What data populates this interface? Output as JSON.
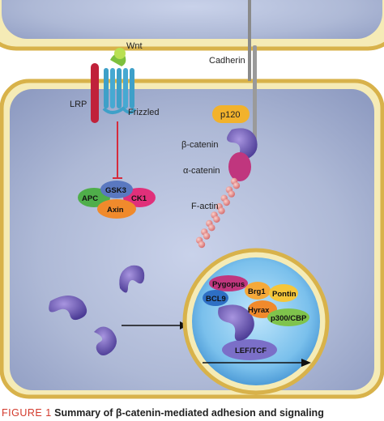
{
  "labels": {
    "wnt": "Wnt",
    "lrp": "LRP",
    "frizzled": "Frizzled",
    "cadherin": "Cadherin",
    "p120": "p120",
    "beta_catenin": "β-catenin",
    "alpha_catenin": "α-catenin",
    "f_actin": "F-actin",
    "gsk3": "GSK3",
    "apc": "APC",
    "ck1": "CK1",
    "axin": "Axin",
    "pygopus": "Pygopus",
    "bcl9": "BCL9",
    "brg1": "Brg1",
    "pontin": "Pontin",
    "hyrax": "Hyrax",
    "p300_cbp": "p300/CBP",
    "lef_tcf": "LEF/TCF"
  },
  "caption": {
    "figure": "FIGURE 1",
    "text": "Summary of β-catenin-mediated adhesion and signaling"
  },
  "colors": {
    "membrane": "#d8b24a",
    "cytoplasm": "#b9c4de",
    "beta_catenin": "#6d5cb0",
    "alpha_catenin": "#c0367e",
    "p120": "#f2b22c",
    "gsk3": "#5a78c0",
    "apc": "#4fae4a",
    "ck1": "#e0307a",
    "axin": "#f08a2c",
    "nucleus": "#5aa6e0"
  }
}
